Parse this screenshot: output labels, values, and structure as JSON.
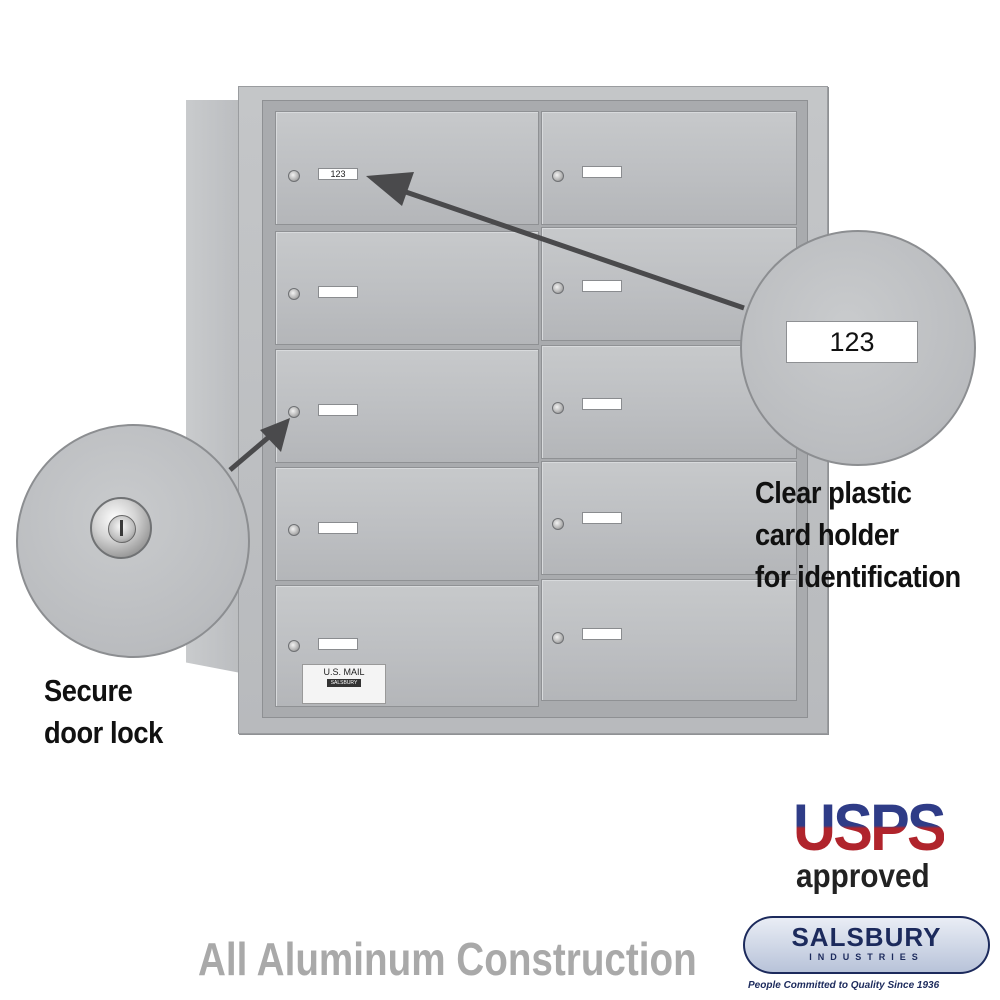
{
  "product": {
    "doors": [
      {
        "id": "L1",
        "card_label": "123"
      },
      {
        "id": "R1",
        "card_label": ""
      },
      {
        "id": "L2",
        "card_label": ""
      },
      {
        "id": "R2",
        "card_label": ""
      },
      {
        "id": "L3",
        "card_label": ""
      },
      {
        "id": "R3",
        "card_label": ""
      },
      {
        "id": "L4",
        "card_label": ""
      },
      {
        "id": "R4",
        "card_label": ""
      },
      {
        "id": "L5",
        "card_label": ""
      },
      {
        "id": "R5",
        "card_label": ""
      }
    ],
    "plate": {
      "title": "U.S. MAIL",
      "logo": "SALSBURY"
    }
  },
  "callouts": {
    "card_holder": {
      "zoom_label": "123",
      "text": "Clear plastic\ncard holder\nfor identification"
    },
    "lock": {
      "text": "Secure\ndoor lock"
    }
  },
  "footer": {
    "construction": "All Aluminum Construction"
  },
  "badges": {
    "usps": "USPS",
    "approved": "approved",
    "brand_name": "SALSBURY",
    "brand_sub": "INDUSTRIES",
    "tagline": "People Committed to Quality Since 1936"
  },
  "colors": {
    "usps_blue": "#2f3c87",
    "usps_red": "#b0242c",
    "brand_navy": "#1c2a5c",
    "aluminum": "#bcbec1"
  }
}
